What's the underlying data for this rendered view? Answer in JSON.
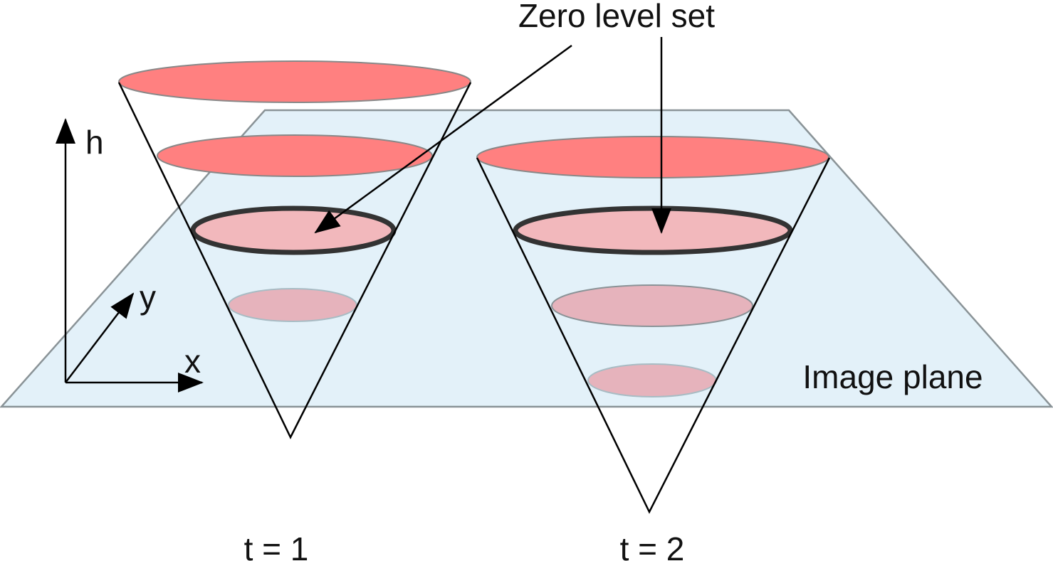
{
  "labels": {
    "zero_level_set": "Zero level set",
    "image_plane": "Image plane",
    "axis_h": "h",
    "axis_y": "y",
    "axis_x": "x",
    "t1": "t = 1",
    "t2": "t = 2"
  },
  "colors": {
    "plane_fill": "#e3f1f9",
    "plane_stroke": "#8a9397",
    "level_above": "#ff8080",
    "level_zero": "#f2b8bc",
    "level_below": "#e6b3bc",
    "line": "#000000",
    "zero_outline": "#333333"
  }
}
